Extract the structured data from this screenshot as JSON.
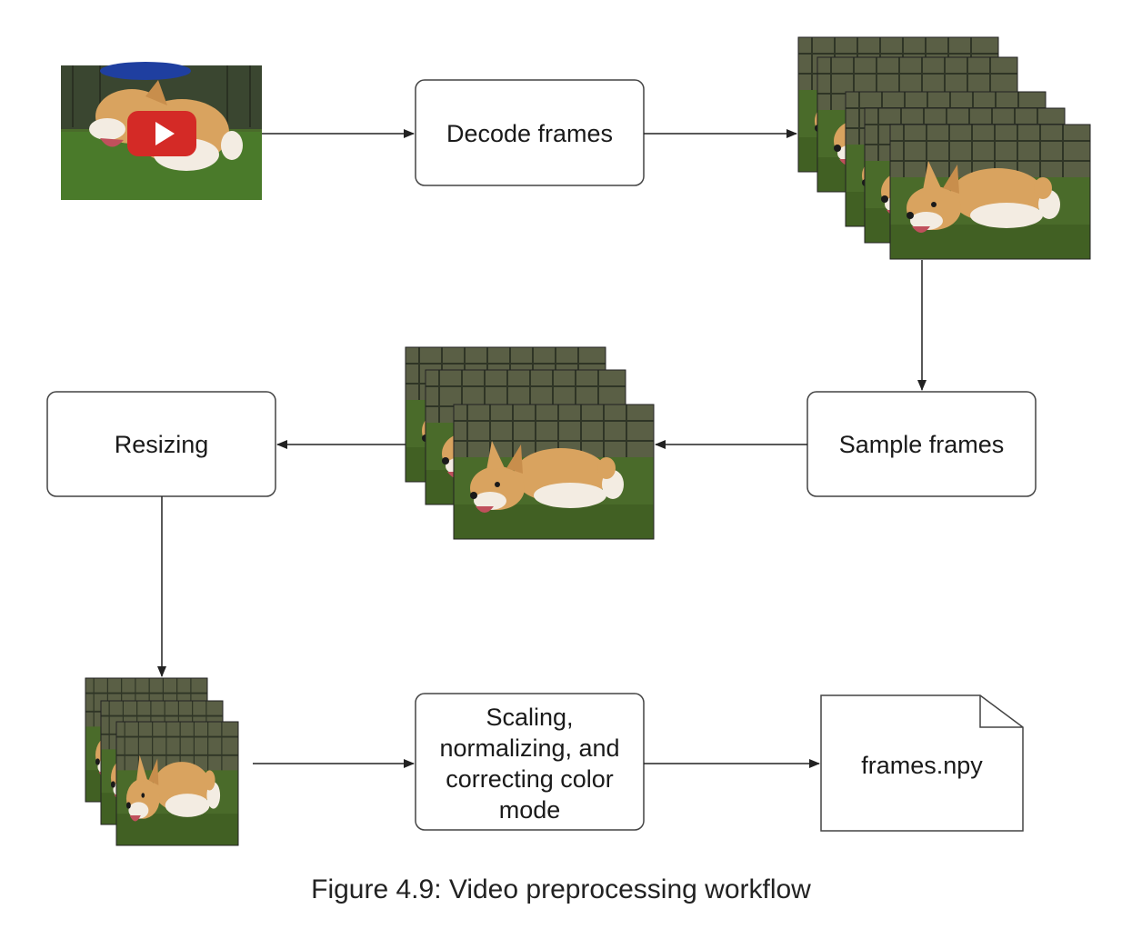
{
  "nodes": {
    "decode": {
      "label": "Decode frames"
    },
    "sample": {
      "label": "Sample frames"
    },
    "resize": {
      "label": "Resizing"
    },
    "scale": {
      "lines": [
        "Scaling,",
        "normalizing, and",
        "correcting color",
        "mode"
      ]
    },
    "output": {
      "label": "frames.npy"
    }
  },
  "caption": "Figure 4.9: Video preprocessing workflow",
  "colors": {
    "stroke": "#222222",
    "grass": "#4a6b2a",
    "grass_dark": "#2f4a1c",
    "fur": "#d9a35f",
    "fur_light": "#f3ece2",
    "play_button": "#d42a26",
    "ball": "#1f3fa0"
  },
  "icons": {
    "video_thumbnail": "play-button-icon",
    "frame_images": "corgi-photo",
    "file": "file-icon"
  }
}
